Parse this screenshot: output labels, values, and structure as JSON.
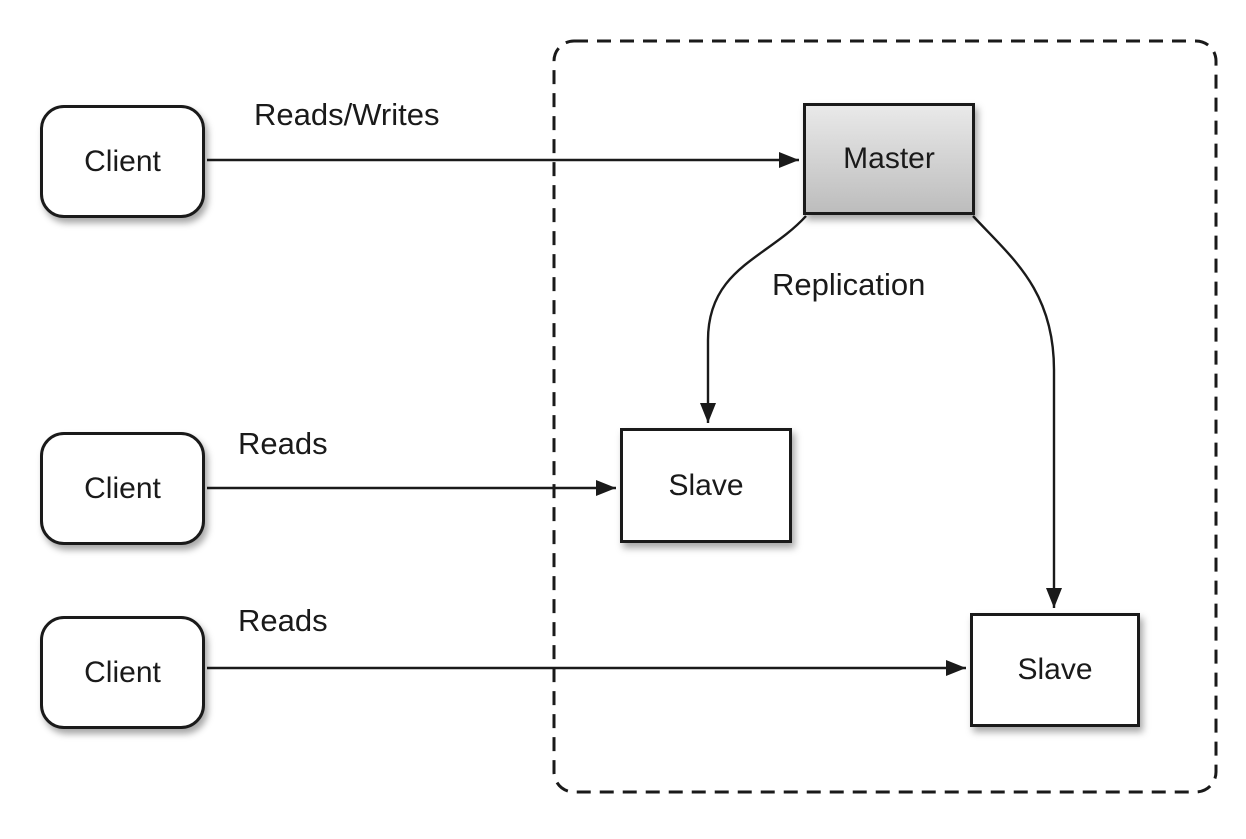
{
  "colors": {
    "stroke": "#1a1a1a",
    "background": "#ffffff",
    "node_fill": "#ffffff",
    "master_gradient_top": "#e9e9e9",
    "master_gradient_bottom": "#bdbdbd",
    "text_color": "#1a1a1a"
  },
  "nodes": {
    "clients": [
      {
        "label": "Client"
      },
      {
        "label": "Client"
      },
      {
        "label": "Client"
      }
    ],
    "master": {
      "label": "Master"
    },
    "slaves": [
      {
        "label": "Slave"
      },
      {
        "label": "Slave"
      }
    ]
  },
  "edges": {
    "client1_to_master": {
      "label": "Reads/Writes"
    },
    "client2_to_slave1": {
      "label": "Reads"
    },
    "client3_to_slave2": {
      "label": "Reads"
    },
    "master_to_slaves": {
      "label": "Replication"
    }
  }
}
